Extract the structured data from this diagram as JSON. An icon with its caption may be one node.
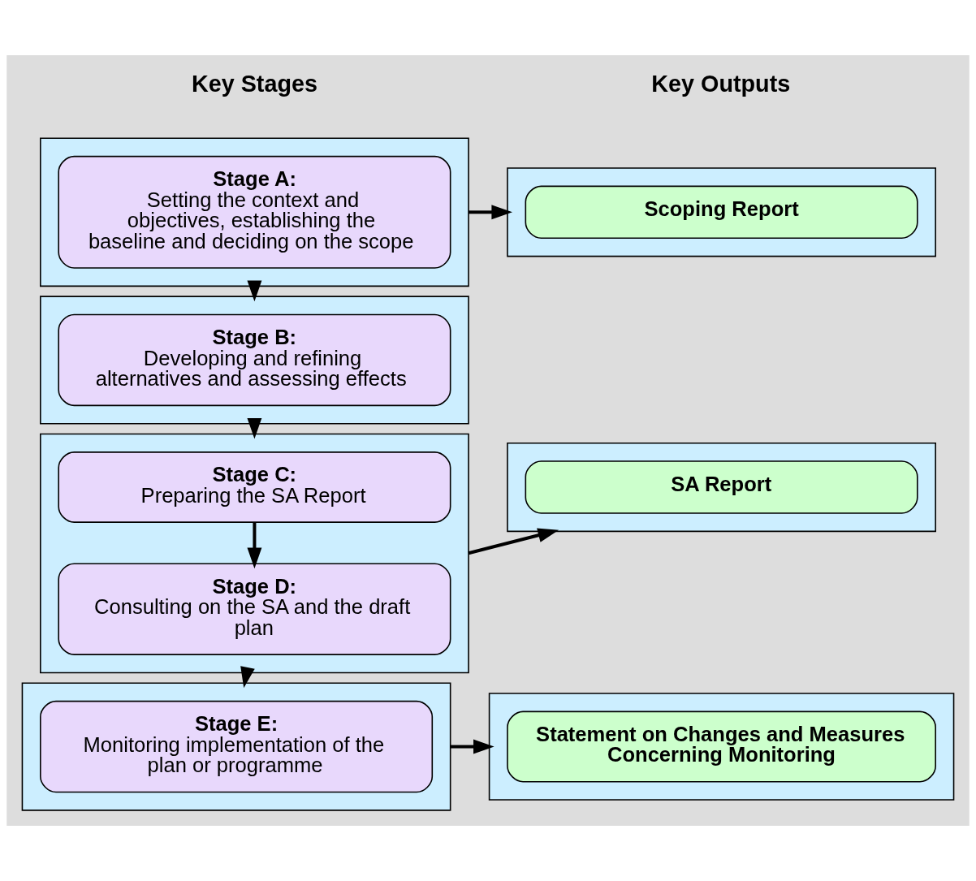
{
  "diagram": {
    "nodes": [
      {
        "text": [],
        "shape": "box"
      },
      {
        "text": [
          "Stage A:",
          "Setting the context and objectives, establishing the baseline and deciding on the scope"
        ],
        "in": 0
      },
      {
        "text": [],
        "shape": "box"
      },
      {
        "text": [
          "Stage B:",
          "Developing and refining alternatives and assessing effects"
        ],
        "in": 2
      },
      {
        "text": [],
        "shape": "box"
      },
      {
        "text": [
          "Stage C:",
          "Preparing the SA Report"
        ],
        "in": 4
      },
      {
        "text": [
          "Stage D:",
          "Consulting on the SA and the draft plan"
        ],
        "in": 4
      },
      {
        "text": [],
        "shape": "box"
      },
      {
        "text": [
          "Stage E:",
          "Monitoring implementation of the plan or programme"
        ],
        "in": 7
      },
      {
        "text": [],
        "shape": "box"
      },
      {
        "text": [
          "Scoping Report"
        ],
        "in": 9
      },
      {
        "text": [],
        "shape": "box"
      },
      {
        "text": [
          "SA Report"
        ],
        "in": 11
      },
      {
        "text": [],
        "shape": "box"
      },
      {
        "text": [
          "Statement on Changes and Measures Concerning Monitoring"
        ],
        "in": 13
      }
    ],
    "edges": [
      {
        "from": 0,
        "to": 9,
        "arrow": "to"
      },
      {
        "from": 0,
        "to": 2,
        "arrow": "to"
      },
      {
        "from": 2,
        "to": 4,
        "arrow": "to"
      },
      {
        "from": 5,
        "to": 6,
        "arrow": "to"
      },
      {
        "from": 4,
        "to": 11,
        "arrow": "to"
      },
      {
        "from": 4,
        "to": 7,
        "arrow": "to"
      },
      {
        "from": 7,
        "to": 13,
        "arrow": "to"
      }
    ],
    "labels": [
      "Key Stages",
      "Key Outputs"
    ]
  }
}
